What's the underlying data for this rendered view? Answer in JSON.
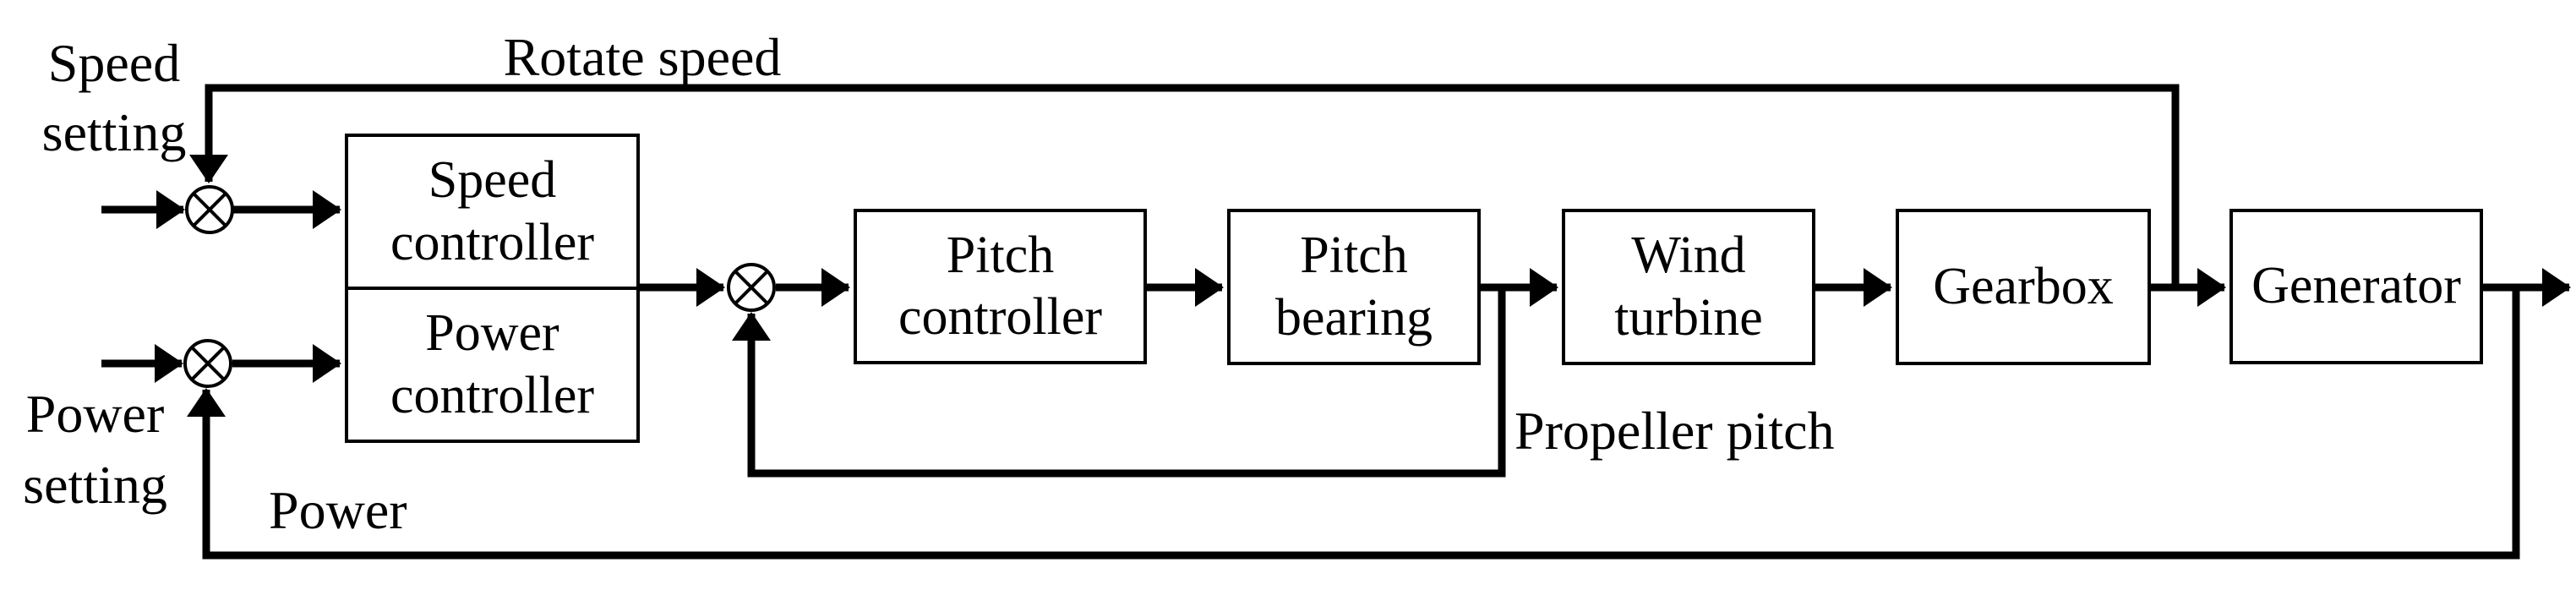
{
  "diagram": {
    "type": "control-system-block-diagram",
    "colors": {
      "line": "#000000",
      "background": "#ffffff",
      "text": "#000000"
    },
    "blocks": [
      {
        "id": "speed-controller",
        "label": "Speed\ncontroller"
      },
      {
        "id": "power-controller",
        "label": "Power\ncontroller"
      },
      {
        "id": "pitch-controller",
        "label": "Pitch\ncontroller"
      },
      {
        "id": "pitch-bearing",
        "label": "Pitch\nbearing"
      },
      {
        "id": "wind-turbine",
        "label": "Wind\nturbine"
      },
      {
        "id": "gearbox",
        "label": "Gearbox"
      },
      {
        "id": "generator",
        "label": "Generator"
      }
    ],
    "labels": {
      "speed_setting": "Speed\nsetting",
      "power_setting": "Power\nsetting",
      "rotate_speed": "Rotate speed",
      "propeller_pitch": "Propeller pitch",
      "power": "Power"
    },
    "junctions": [
      {
        "id": "speed-sum-junction",
        "symbol": "circle-with-x"
      },
      {
        "id": "power-sum-junction",
        "symbol": "circle-with-x"
      },
      {
        "id": "pitch-sum-junction",
        "symbol": "circle-with-x"
      }
    ],
    "connections": [
      {
        "from": "speed-setting-input",
        "to": "speed-sum-junction"
      },
      {
        "from": "speed-sum-junction",
        "to": "speed-controller"
      },
      {
        "from": "power-setting-input",
        "to": "power-sum-junction"
      },
      {
        "from": "power-sum-junction",
        "to": "power-controller"
      },
      {
        "from": "controllers-output",
        "to": "pitch-sum-junction"
      },
      {
        "from": "pitch-sum-junction",
        "to": "pitch-controller"
      },
      {
        "from": "pitch-controller",
        "to": "pitch-bearing"
      },
      {
        "from": "pitch-bearing",
        "to": "wind-turbine"
      },
      {
        "from": "wind-turbine",
        "to": "gearbox"
      },
      {
        "from": "gearbox",
        "to": "generator"
      },
      {
        "from": "generator",
        "to": "system-output"
      },
      {
        "from": "gearbox-generator-shaft",
        "to": "speed-sum-junction",
        "label": "Rotate speed",
        "type": "feedback"
      },
      {
        "from": "pitch-bearing-output",
        "to": "pitch-sum-junction",
        "label": "Propeller pitch",
        "type": "feedback"
      },
      {
        "from": "generator-output",
        "to": "power-sum-junction",
        "label": "Power",
        "type": "feedback"
      }
    ]
  }
}
